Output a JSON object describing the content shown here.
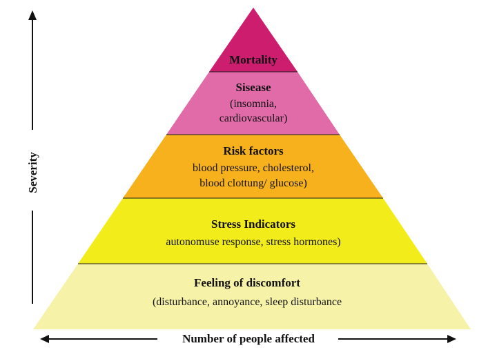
{
  "colors": {
    "mortality": "#CC1D6F",
    "disease": "#E06BA8",
    "risk_factors": "#F7B11C",
    "stress_indicators": "#F2EC1A",
    "discomfort": "#F6F2A7",
    "axis": "#111111"
  },
  "levels": [
    {
      "title": "Mortality",
      "lines": []
    },
    {
      "title": "Sisease",
      "lines": [
        "(insomnia,",
        "cardiovascular)"
      ]
    },
    {
      "title": "Risk factors",
      "lines": [
        "blood pressure, cholesterol,",
        "blood clottung/ glucose)"
      ]
    },
    {
      "title": "Stress Indicators",
      "lines": [
        "autonomuse response, stress hormones)"
      ]
    },
    {
      "title": "Feeling of discomfort",
      "lines": [
        "(disturbance, annoyance, sleep disturbance"
      ]
    }
  ],
  "axes": {
    "vertical_label": "Severity",
    "horizontal_label": "Number of people affected"
  },
  "icons": {
    "up_arrow": "arrow-up-icon",
    "left_arrow": "arrow-left-icon",
    "right_arrow": "arrow-right-icon"
  }
}
